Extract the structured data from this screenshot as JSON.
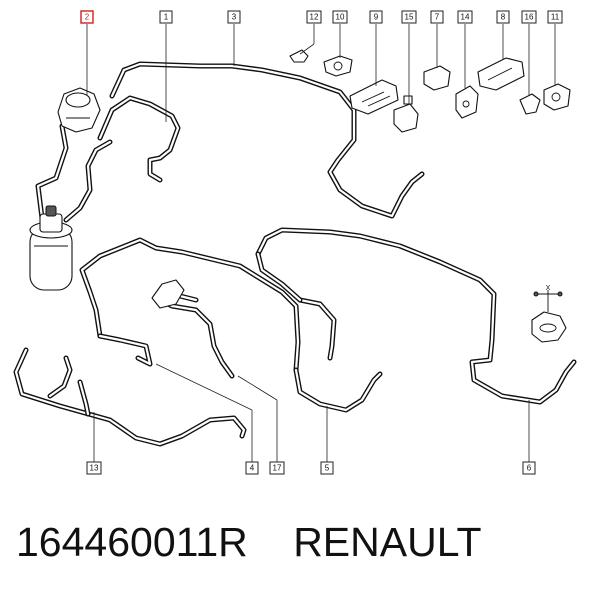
{
  "callouts": [
    "1",
    "2",
    "3",
    "4",
    "5",
    "6",
    "7",
    "8",
    "9",
    "10",
    "11",
    "12",
    "13",
    "14",
    "15",
    "16",
    "17"
  ],
  "highlighted_callout": "2",
  "accent_color": "#d21e1e",
  "axis_symbol": "X",
  "footer": {
    "part_number": "164460011R",
    "brand": "RENAULT"
  }
}
